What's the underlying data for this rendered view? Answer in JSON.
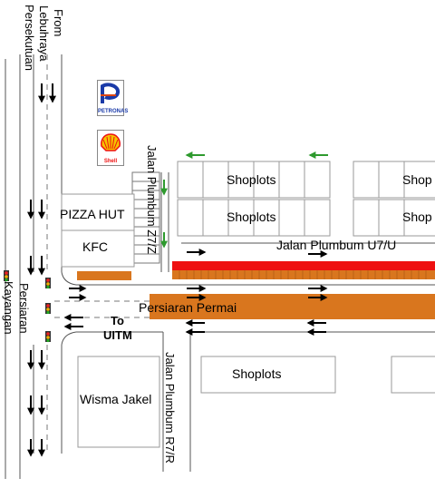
{
  "labels": {
    "from_highway": [
      "From",
      "Lebuhraya",
      "Persekutuan"
    ],
    "persiaran_kayangan": [
      "Persiaran",
      "Kayangan"
    ],
    "jalan_plumbum_z7z": "Jalan Plumbum Z7/Z",
    "jalan_plumbum_u7u": "Jalan Plumbum U7/U",
    "jalan_plumbum_r7r": "Jalan Plumbum R7/R",
    "persiaran_permai": "Persiaran Permai",
    "to_uitm": [
      "To",
      "UITM"
    ],
    "shoplots_1": "Shoplots",
    "shoplots_2": "Shoplots",
    "shoplots_3": "Shoplots",
    "shoplots_4": "Shop",
    "shoplots_5": "Shop",
    "pizza_hut": "PIZZA HUT",
    "kfc": "KFC",
    "wisma_jakel": "Wisma Jakel"
  },
  "logos": {
    "petronas": {
      "icon": "petronas-logo",
      "caption": "PETRONAS"
    },
    "shell": {
      "icon": "shell-logo",
      "caption": "Shell"
    }
  },
  "colors": {
    "orange": "#D9761E",
    "red": "#EE1111",
    "arrow_green": "#2E9A2E",
    "arrow_black": "#000000",
    "road_line": "#555555",
    "building_line": "#9a9a9a"
  }
}
